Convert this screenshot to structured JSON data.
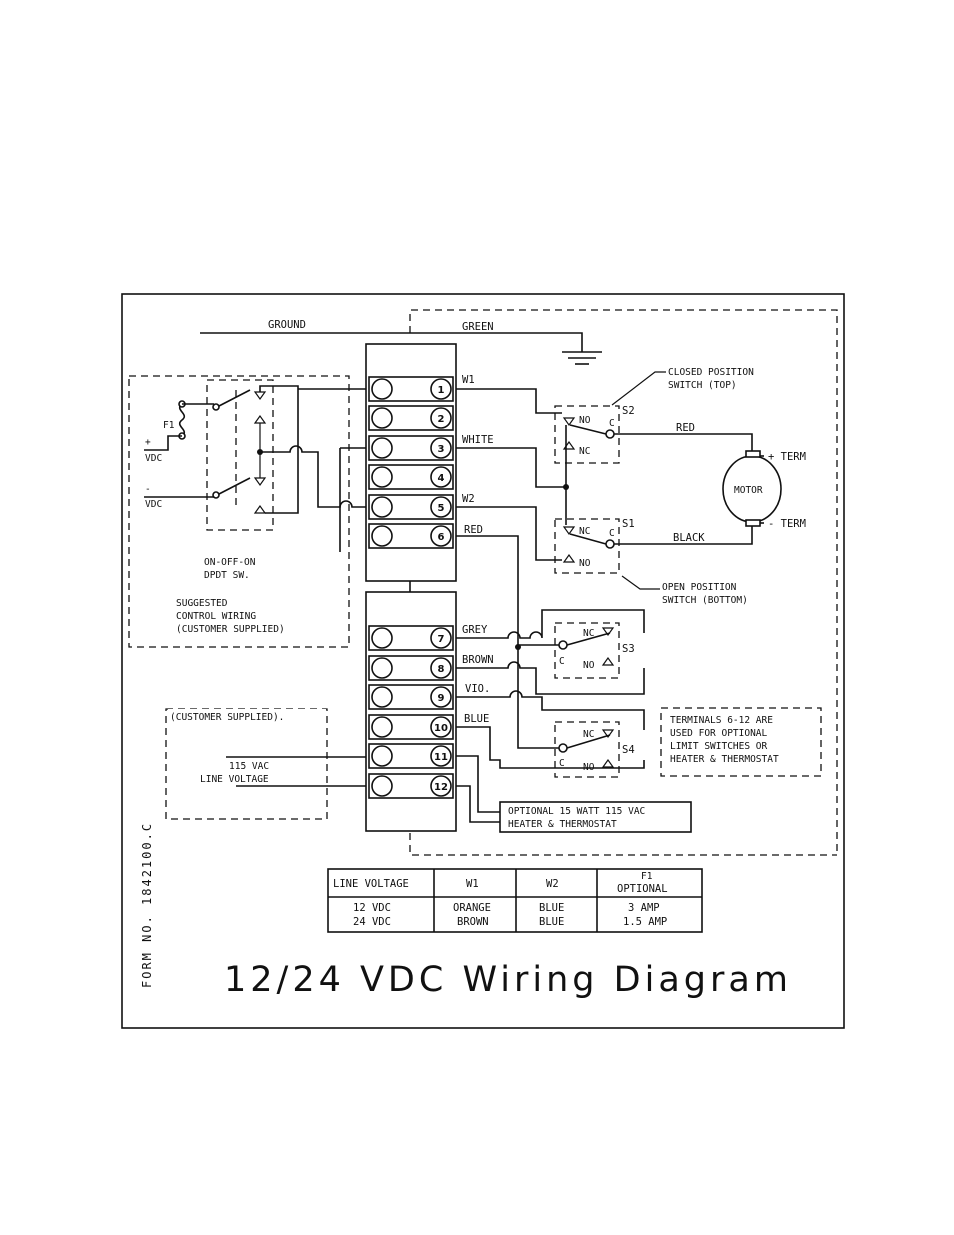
{
  "labels": {
    "ground": "GROUND",
    "green": "GREEN",
    "w1": "W1",
    "white": "WHITE",
    "w2": "W2",
    "red": "RED",
    "grey": "GREY",
    "brown": "BROWN",
    "vio": "VIO.",
    "blue": "BLUE",
    "red_motor": "RED",
    "black_motor": "BLACK",
    "f1": "F1",
    "plus": "+",
    "minus": "-",
    "vdc_pos": "VDC",
    "vdc_neg": "VDC",
    "motor": "MOTOR",
    "plus_term": "+ TERM",
    "minus_term": "- TERM",
    "no": "NO",
    "nc": "NC",
    "c": "C",
    "s1": "S1",
    "s2": "S2",
    "s3": "S3",
    "s4": "S4"
  },
  "notes": {
    "closed_switch": [
      "CLOSED POSITION",
      "SWITCH (TOP)"
    ],
    "open_switch": [
      "OPEN POSITION",
      "SWITCH (BOTTOM)"
    ],
    "dpdt": [
      "ON-OFF-ON",
      "DPDT SW."
    ],
    "control": [
      "SUGGESTED",
      "CONTROL WIRING",
      "(CUSTOMER SUPPLIED)"
    ],
    "customer": "(CUSTOMER SUPPLIED).",
    "line": [
      "115 VAC",
      "LINE VOLTAGE"
    ],
    "terminals": [
      "TERMINALS 6-12 ARE",
      "USED FOR OPTIONAL",
      "LIMIT SWITCHES OR",
      "HEATER & THERMOSTAT"
    ],
    "heater": [
      "OPTIONAL 15 WATT 115 VAC",
      "HEATER & THERMOSTAT"
    ]
  },
  "terminals": [
    "1",
    "2",
    "3",
    "4",
    "5",
    "6",
    "7",
    "8",
    "9",
    "10",
    "11",
    "12"
  ],
  "table": {
    "headers": [
      "LINE VOLTAGE",
      "W1",
      "W2",
      "F1",
      "OPTIONAL"
    ],
    "rows": [
      [
        "12 VDC",
        "ORANGE",
        "BLUE",
        "3 AMP"
      ],
      [
        "24 VDC",
        "BROWN",
        "BLUE",
        "1.5 AMP"
      ]
    ]
  },
  "title": "12/24 VDC Wiring Diagram",
  "form_no": "FORM NO. 1842100.C"
}
